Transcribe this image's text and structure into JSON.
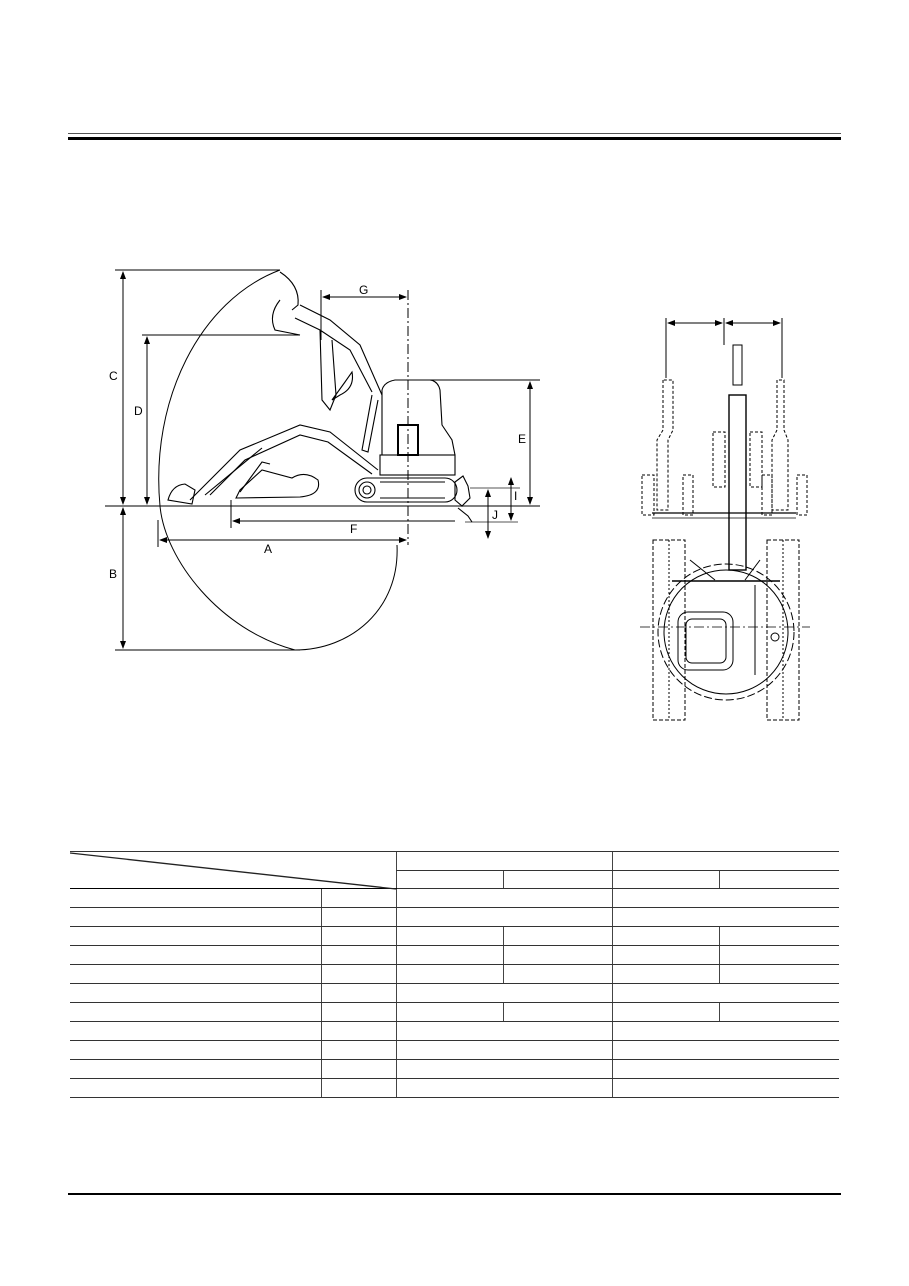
{
  "page": {
    "header_rules": [
      "thin",
      "thick"
    ],
    "footer_rule": "thin"
  },
  "side_view": {
    "dimension_labels": {
      "A": "A",
      "B": "B",
      "C": "C",
      "D": "D",
      "E": "E",
      "F": "F",
      "G": "G",
      "I": "I",
      "J": "J"
    }
  },
  "top_view": {
    "dimension_arrows": 2
  },
  "spec_table": {
    "header": {
      "diagonal_cell": "",
      "groups": [
        {
          "label": "",
          "subcolumns": [
            "",
            ""
          ]
        },
        {
          "label": "",
          "subcolumns": [
            "",
            ""
          ]
        }
      ]
    },
    "rows": [
      {
        "item": "",
        "unit": "",
        "split": false,
        "values": [
          "",
          ""
        ]
      },
      {
        "item": "",
        "unit": "",
        "split": false,
        "values": [
          "",
          ""
        ]
      },
      {
        "item": "",
        "unit": "",
        "split": true,
        "values": [
          "",
          "",
          "",
          ""
        ]
      },
      {
        "item": "",
        "unit": "",
        "split": true,
        "values": [
          "",
          "",
          "",
          ""
        ]
      },
      {
        "item": "",
        "unit": "",
        "split": true,
        "values": [
          "",
          "",
          "",
          ""
        ]
      },
      {
        "item": "",
        "unit": "",
        "split": false,
        "values": [
          "",
          ""
        ]
      },
      {
        "item": "",
        "unit": "",
        "split": true,
        "values": [
          "",
          "",
          "",
          ""
        ]
      },
      {
        "item": "",
        "unit": "",
        "split": false,
        "values": [
          "",
          ""
        ]
      },
      {
        "item": "",
        "unit": "",
        "split": false,
        "values": [
          "",
          ""
        ]
      },
      {
        "item": "",
        "unit": "",
        "split": false,
        "values": [
          "",
          ""
        ]
      },
      {
        "item": "",
        "unit": "",
        "split": false,
        "values": [
          "",
          ""
        ]
      }
    ]
  }
}
